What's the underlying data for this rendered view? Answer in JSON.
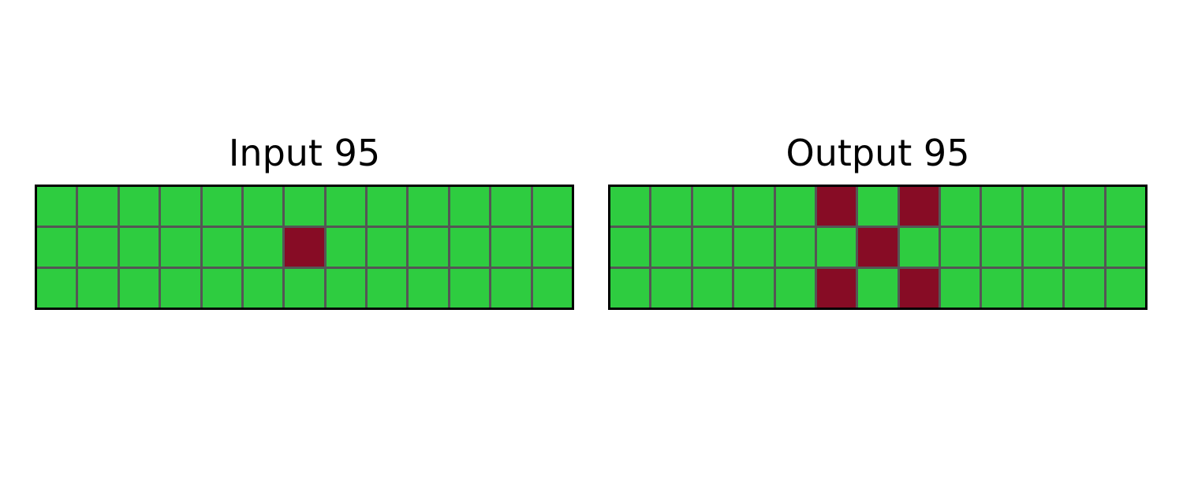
{
  "colors": {
    "0": "#2ecc40",
    "1": "#870c25"
  },
  "panels": [
    {
      "title": "Input 95",
      "grid": [
        [
          0,
          0,
          0,
          0,
          0,
          0,
          0,
          0,
          0,
          0,
          0,
          0,
          0
        ],
        [
          0,
          0,
          0,
          0,
          0,
          0,
          1,
          0,
          0,
          0,
          0,
          0,
          0
        ],
        [
          0,
          0,
          0,
          0,
          0,
          0,
          0,
          0,
          0,
          0,
          0,
          0,
          0
        ]
      ]
    },
    {
      "title": "Output 95",
      "grid": [
        [
          0,
          0,
          0,
          0,
          0,
          1,
          0,
          1,
          0,
          0,
          0,
          0,
          0
        ],
        [
          0,
          0,
          0,
          0,
          0,
          0,
          1,
          0,
          0,
          0,
          0,
          0,
          0
        ],
        [
          0,
          0,
          0,
          0,
          0,
          1,
          0,
          1,
          0,
          0,
          0,
          0,
          0
        ]
      ]
    }
  ]
}
